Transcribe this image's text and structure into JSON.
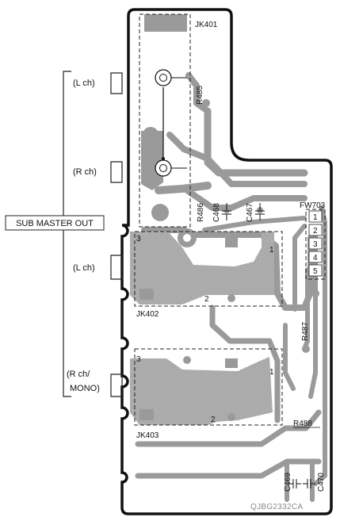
{
  "diagram": {
    "group_label": "SUB MASTER OUT",
    "connectors": {
      "jk401": "JK401",
      "jk402": "JK402",
      "jk403": "JK403",
      "fw703": "FW703"
    },
    "channels": {
      "upper_l": "(L ch)",
      "upper_r": "(R ch)",
      "lower_l": "(L ch)",
      "lower_r_line1": "(R ch/",
      "lower_r_line2": "MONO)"
    },
    "components": {
      "r485": "R485",
      "r486": "R486",
      "c468": "C468",
      "c467": "C467",
      "r487": "R487",
      "r488": "R488",
      "c469": "C469",
      "c470": "C470"
    },
    "fw703_pins": [
      "1",
      "2",
      "3",
      "4",
      "5"
    ],
    "jack_pins": {
      "jk402_3": "3",
      "jk402_1": "1",
      "jk402_2": "2",
      "jk403_3": "3",
      "jk403_1": "1",
      "jk403_2": "2"
    },
    "drawing_code": "QJBG2332CA"
  }
}
